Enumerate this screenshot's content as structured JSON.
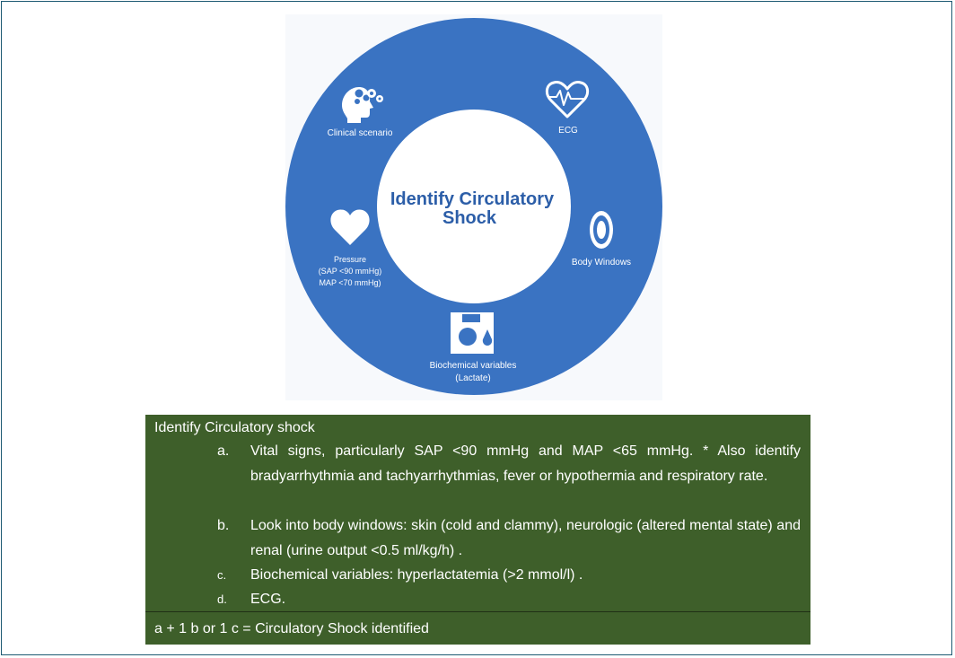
{
  "diagram": {
    "center_title_line1": "Identify Circulatory",
    "center_title_line2": "Shock",
    "nodes": {
      "clinical": {
        "label": "Clinical scenario",
        "icon": "head-gears-icon"
      },
      "ecg": {
        "label": "ECG",
        "icon": "heart-ecg-icon"
      },
      "body_windows": {
        "label": "Body Windows",
        "icon": "eye-window-icon"
      },
      "biochemical": {
        "label_line1": "Biochemical variables",
        "label_line2": "(Lactate)",
        "icon": "blood-sample-icon"
      },
      "pressure": {
        "label_line1": "Pressure",
        "label_line2": "(SAP <90 mmHg)",
        "label_line3": "MAP <70 mmHg)",
        "icon": "heart-icon"
      }
    },
    "colors": {
      "ring": "#3a73c2",
      "center": "#ffffff",
      "title": "#2c5ea8"
    }
  },
  "panel": {
    "title": "Identify Circulatory shock",
    "items": [
      {
        "marker": "a.",
        "text": "Vital signs, particularly SAP <90 mmHg and MAP <65 mmHg. * Also identify bradyarrhythmia and tachyarrhythmias, fever or hypothermia and respiratory rate."
      },
      {
        "marker": "b.",
        "text": "Look into body windows: skin (cold and clammy), neurologic (altered mental state) and renal (urine output <0.5 ml/kg/h) ."
      },
      {
        "marker": "c.",
        "text": "Biochemical variables: hyperlactatemia (>2 mmol/l) ."
      },
      {
        "marker": "d.",
        "text": "ECG."
      }
    ],
    "footer": "a + 1 b or 1 c = Circulatory Shock identified",
    "colors": {
      "background": "#3e5f2a",
      "text": "#ffffff"
    }
  }
}
